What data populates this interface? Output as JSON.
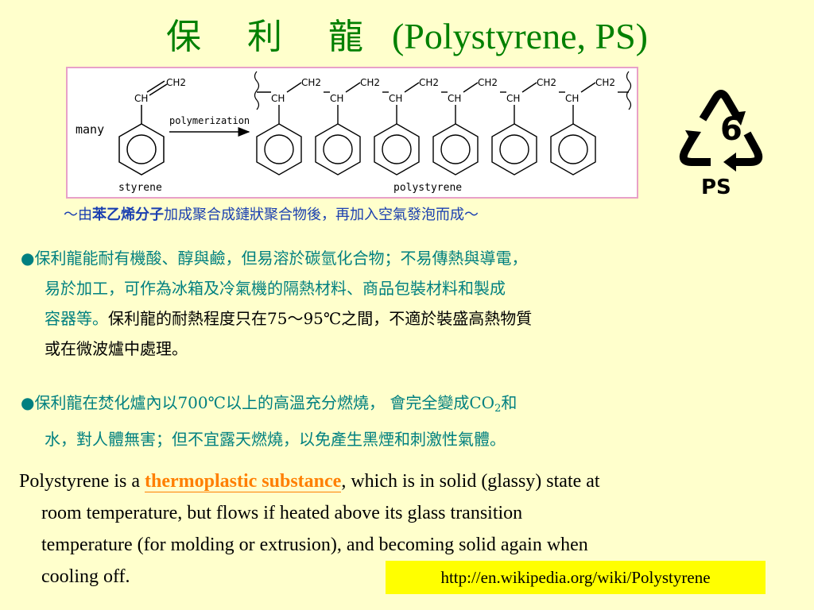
{
  "title": {
    "zh": "保 利 龍",
    "en": "(Polystyrene, PS)"
  },
  "diagram": {
    "many": "many",
    "arrow_label": "polymerization",
    "monomer_name": "styrene",
    "polymer_name": "polystyrene",
    "ch": "CH",
    "ch2": "CH2"
  },
  "recycle_symbol": {
    "number": "6",
    "code": "PS"
  },
  "caption": {
    "prefix": "～由",
    "bold": "苯乙烯分子",
    "rest": "加成聚合成鏈狀聚合物後，再加入空氣發泡而成～"
  },
  "paragraph1": {
    "bullet": "●",
    "line1": "保利龍能耐有機酸、醇與鹼，但易溶於碳氫化合物；不易傳熱與導電，",
    "line2": "易於加工，可作為冰箱及冷氣機的隔熱材料、商品包裝材料和製成",
    "line3a": "容器等。",
    "line3b": "保利龍的耐熱程度只在75～95℃之間，不適於裝盛高熱物質",
    "line4": "或在微波爐中處理。"
  },
  "paragraph2": {
    "bullet": "●",
    "line1a": "保利龍在焚化爐內以700℃以上的高溫充分燃燒， 會完全變成CO",
    "line1sub": "2",
    "line1b": "和",
    "line2": "水，對人體無害；但不宜露天燃燒，以免產生黑煙和刺激性氣體。"
  },
  "english": {
    "part1": "Polystyrene is a ",
    "link": "thermoplastic substance",
    "part2": ", which is in solid (glassy) state at",
    "line2": "room temperature, but flows if heated above its glass transition",
    "line3": "temperature (for molding or extrusion), and becoming solid again when",
    "line4": "cooling off."
  },
  "source_url": "http://en.wikipedia.org/wiki/Polystyrene",
  "colors": {
    "title": "#008000",
    "body": "#008080",
    "caption": "#1a3fb0",
    "link": "#ff7f00",
    "background": "#ffffcc",
    "url_box": "#ffff00"
  }
}
